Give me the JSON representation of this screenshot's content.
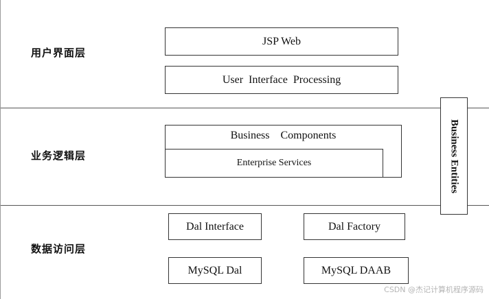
{
  "layers": {
    "ui": "用户界面层",
    "business": "业务逻辑层",
    "data": "数据访问层"
  },
  "ui_layer": {
    "jsp_web": "JSP Web",
    "ui_processing": "User  Interface  Processing"
  },
  "business_layer": {
    "components": "Business    Components",
    "services": "Enterprise Services"
  },
  "side_panel": {
    "label": "Business Entities"
  },
  "data_layer": {
    "dal_interface": "Dal Interface",
    "dal_factory": "Dal Factory",
    "mysql_dal": "MySQL Dal",
    "mysql_daab": "MySQL DAAB"
  },
  "watermark": "CSDN @杰记计算机程序源码"
}
